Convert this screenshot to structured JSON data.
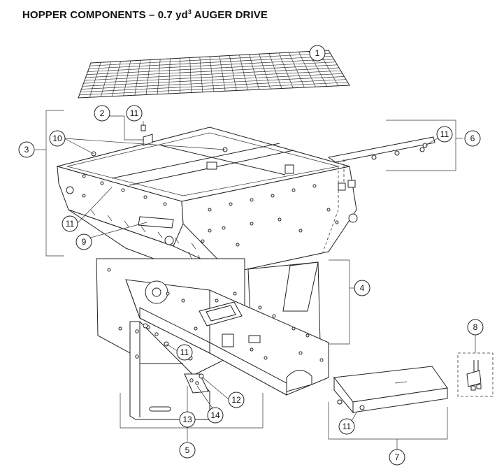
{
  "title": {
    "main": "HOPPER COMPONENTS – 0.7 yd",
    "sup": "3",
    "rest": " AUGER DRIVE"
  },
  "callouts": [
    "1",
    "2",
    "3",
    "4",
    "5",
    "6",
    "7",
    "8",
    "9",
    "10",
    "11",
    "12",
    "13",
    "14"
  ]
}
